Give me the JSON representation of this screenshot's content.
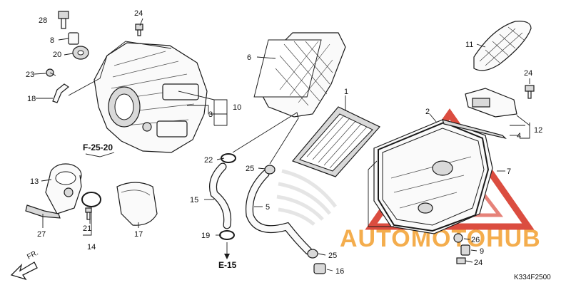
{
  "callouts": {
    "c1": "1",
    "c2": "2",
    "c3": "3",
    "c4": "4",
    "c5": "5",
    "c6": "6",
    "c7": "7",
    "c8": "8",
    "c9": "9",
    "c10": "10",
    "c11": "11",
    "c12": "12",
    "c13": "13",
    "c14": "14",
    "c15": "15",
    "c16": "16",
    "c17": "17",
    "c18": "18",
    "c19": "19",
    "c20": "20",
    "c21": "21",
    "c22": "22",
    "c23": "23",
    "c24a": "24",
    "c24b": "24",
    "c24c": "24",
    "c25a": "25",
    "c25b": "25",
    "c26": "26",
    "c27": "27",
    "c28": "28"
  },
  "references": {
    "f25": "F-25-20",
    "e15": "E-15",
    "fr": "FR."
  },
  "diagram_code": "K334F2500",
  "watermark": {
    "text": "AUTOMOTOHUB",
    "color": "#f3a53a",
    "triangle_color": "#d83a2c"
  }
}
